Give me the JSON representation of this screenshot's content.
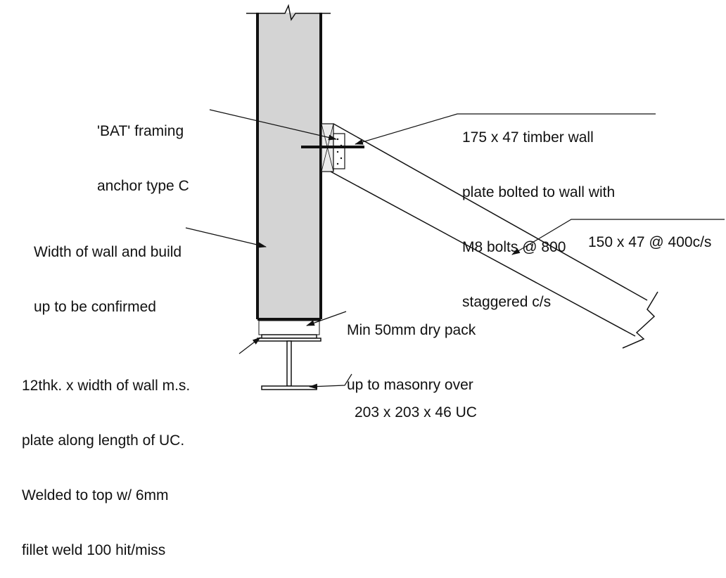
{
  "labels": {
    "bat_anchor": [
      "'BAT' framing",
      "anchor type C"
    ],
    "wall_plate": [
      "175 x 47 timber wall",
      "plate bolted to wall with",
      "M8 bolts @ 800",
      "staggered c/s"
    ],
    "rafter": [
      "150 x 47 @ 400c/s"
    ],
    "wall_width": [
      "Width of wall and build",
      "up to be confirmed"
    ],
    "dry_pack": [
      "Min 50mm dry pack",
      "up to masonry over"
    ],
    "ms_plate": [
      "12thk. x width of wall m.s.",
      "plate along length of UC.",
      "Welded to top w/ 6mm",
      "fillet weld 100 hit/miss"
    ],
    "uc": [
      "203 x 203 x 46 UC"
    ]
  },
  "colors": {
    "wall_fill": "#d4d4d4",
    "line": "#111111",
    "timber_fill": "#ececec"
  }
}
